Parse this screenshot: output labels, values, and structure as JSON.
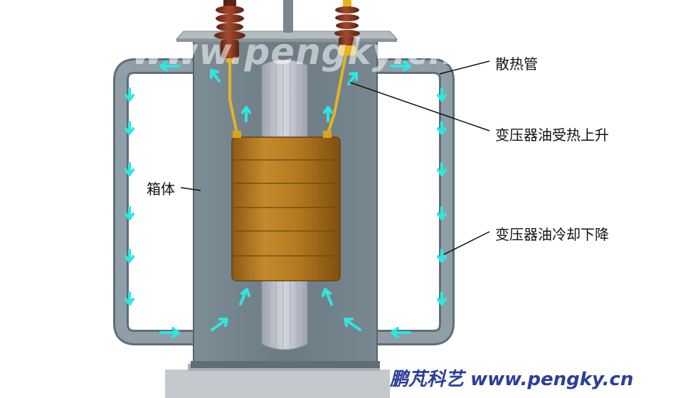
{
  "labels": {
    "radiator": "散热管",
    "oil_heated_rising": "变压器油受热上升",
    "tank": "箱体",
    "oil_cooled_falling": "变压器油冷却下降"
  },
  "watermark": "www.pengky.cn",
  "footer": {
    "brand": "鹏芃科艺",
    "url": "www.pengky.cn"
  },
  "colors": {
    "tank": "#6f7f88",
    "pipe": "#8797a1",
    "lid": "#b3bcc1",
    "base": "#c3c9cc",
    "core": "#c4c7d1",
    "coil": "#b8791e",
    "bushing": "#8c3a26",
    "lead": "#e4b422",
    "arrow": "#2fe6e0",
    "footer_text": "#2b3f9a"
  }
}
